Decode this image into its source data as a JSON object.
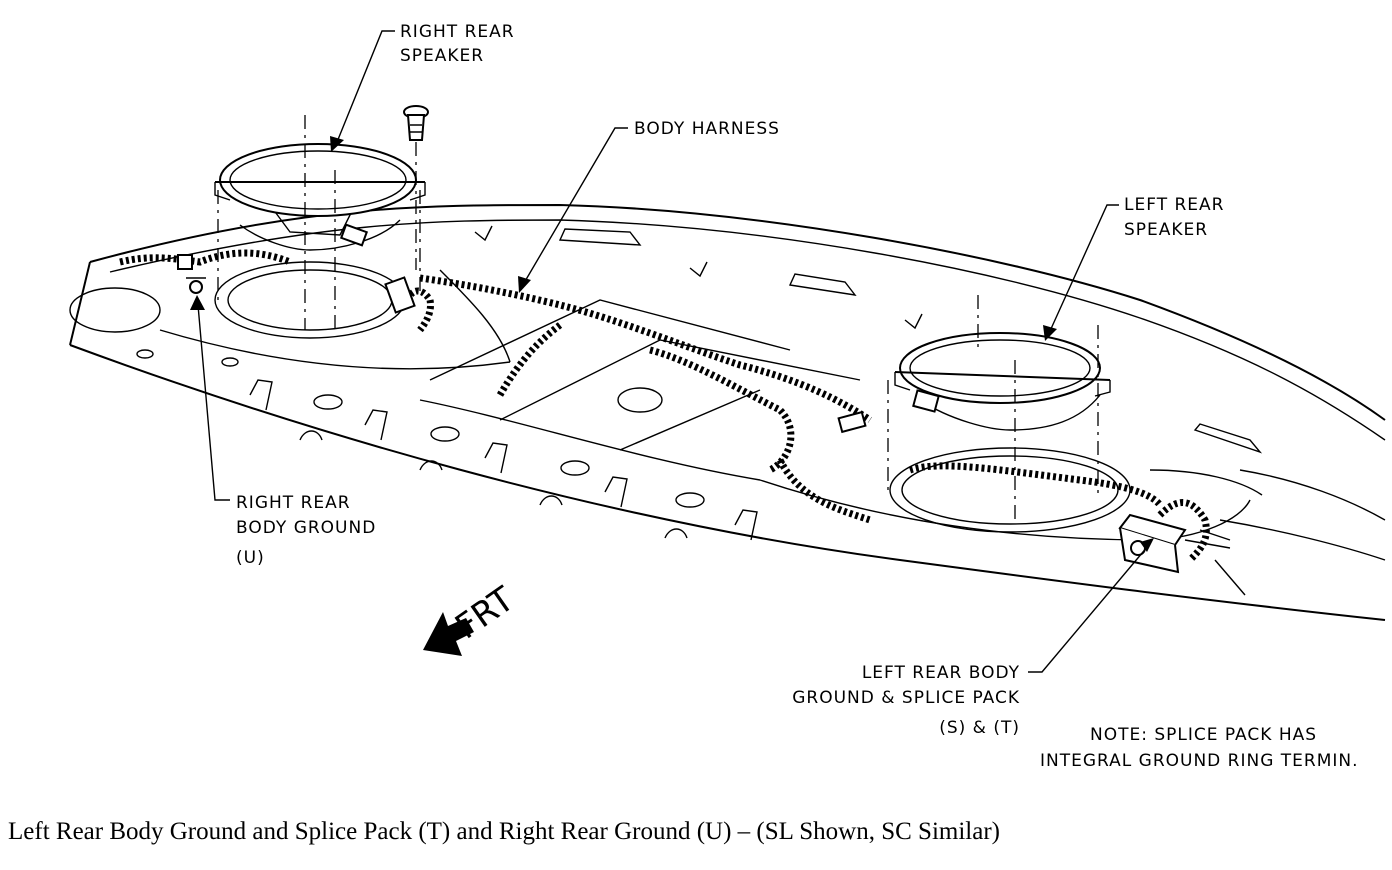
{
  "callouts": {
    "right_rear_speaker": [
      "RIGHT REAR",
      "SPEAKER"
    ],
    "body_harness": [
      "BODY HARNESS"
    ],
    "left_rear_speaker": [
      "LEFT REAR",
      "SPEAKER"
    ],
    "right_rear_body_ground": [
      "RIGHT REAR",
      "BODY GROUND",
      "(U)"
    ],
    "left_rear_body_ground": [
      "LEFT REAR BODY",
      "GROUND & SPLICE PACK",
      "(S) & (T)"
    ],
    "note": [
      "NOTE: SPLICE PACK HAS",
      "INTEGRAL GROUND RING TERMIN."
    ]
  },
  "direction_indicator": "FRT",
  "caption": "Left Rear Body Ground and Splice Pack (T) and Right Rear Ground (U) – (SL Shown, SC Similar)"
}
